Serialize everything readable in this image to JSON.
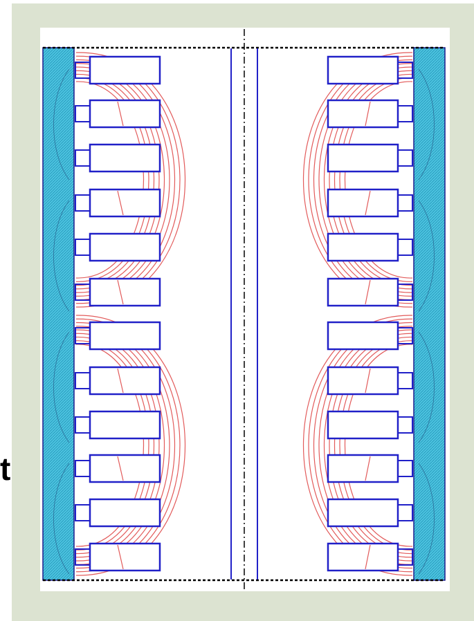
{
  "edge_text": "t",
  "colors": {
    "frame": "#dce3d1",
    "panel": "#ffffff",
    "core": "#3db8d8",
    "winding": "#2020c8",
    "flux": "#e25a5a",
    "boundary": "#000000"
  },
  "left_slot_rows": 12,
  "right_slot_rows": 12
}
